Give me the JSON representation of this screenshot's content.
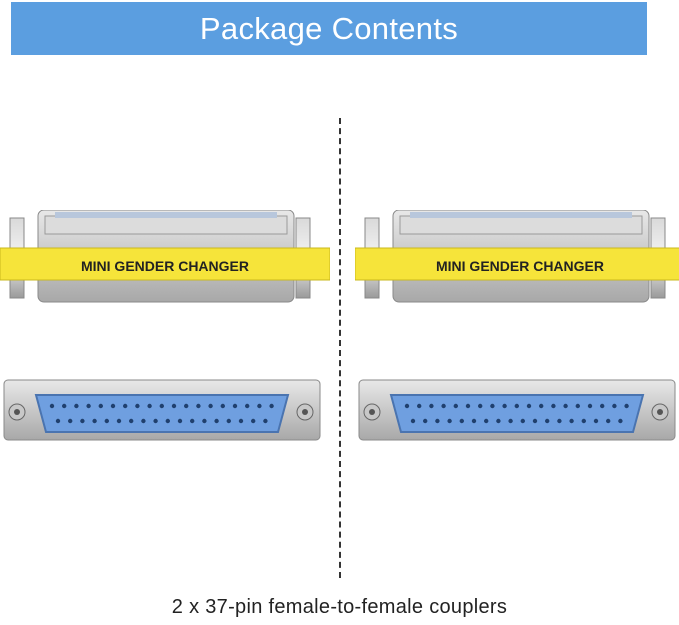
{
  "banner": {
    "title": "Package Contents"
  },
  "product": {
    "label": "MINI GENDER CHANGER"
  },
  "caption": {
    "text": "2 x 37-pin female-to-female couplers"
  },
  "colors": {
    "banner": "#5b9ee0",
    "label_band": "#f6e43a",
    "connector_blue": "#6f9fe0"
  }
}
